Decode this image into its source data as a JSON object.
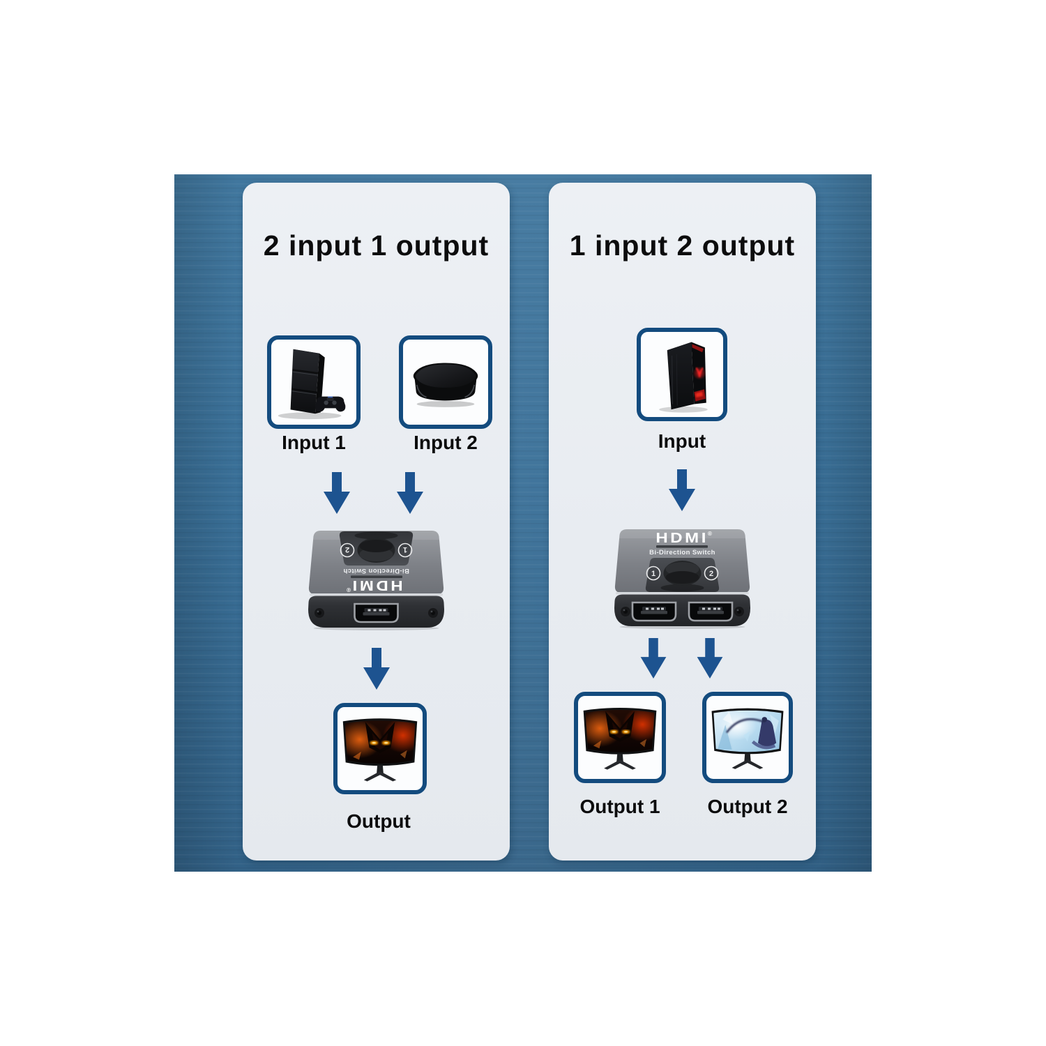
{
  "colors": {
    "backdrop_blue": "#3b7098",
    "card_gray": "#e9edf2",
    "box_border_navy": "#134b7e",
    "arrow_navy": "#1d5390",
    "switch_body_gray": "#7e8187",
    "title_black": "#0c0c0d"
  },
  "panel_left": {
    "title": "2 input 1 output",
    "input1": {
      "label": "Input 1",
      "icon": "ps4-game-console-icon"
    },
    "input2": {
      "label": "Input 2",
      "icon": "streaming-tv-box-icon"
    },
    "output": {
      "label": "Output",
      "icon": "curved-gaming-monitor-red-icon"
    }
  },
  "panel_right": {
    "title": "1 input 2 output",
    "input": {
      "label": "Input",
      "icon": "gaming-pc-tower-icon"
    },
    "output1": {
      "label": "Output 1",
      "icon": "curved-gaming-monitor-red-icon"
    },
    "output2": {
      "label": "Output 2",
      "icon": "curved-gaming-monitor-blue-icon"
    }
  },
  "switch_device": {
    "brand": "HDMI",
    "reg": "®",
    "subtitle": "Bi-Direction Switch",
    "port1": "1",
    "port2": "2"
  }
}
